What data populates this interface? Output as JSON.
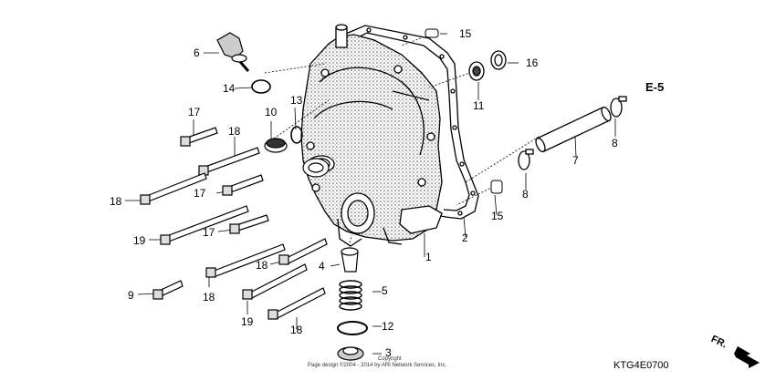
{
  "labels": {
    "l1": "1",
    "l2": "2",
    "l3": "3",
    "l4": "4",
    "l5": "5",
    "l6": "6",
    "l7": "7",
    "l8a": "8",
    "l8b": "8",
    "l9": "9",
    "l10": "10",
    "l11": "11",
    "l12": "12",
    "l13": "13",
    "l14": "14",
    "l15a": "15",
    "l15b": "15",
    "l16": "16",
    "l17a": "17",
    "l17b": "17",
    "l17c": "17",
    "l18a": "18",
    "l18b": "18",
    "l18c": "18",
    "l18d": "18",
    "l18e": "18",
    "l19a": "19",
    "l19b": "19"
  },
  "reference": "E-5",
  "direction": "FR.",
  "diagram_code": "KTG4E0700",
  "copyright_line1": "Copyright",
  "copyright_line2": "Page design ©2004 - 2014 by ARI Network Services, Inc."
}
